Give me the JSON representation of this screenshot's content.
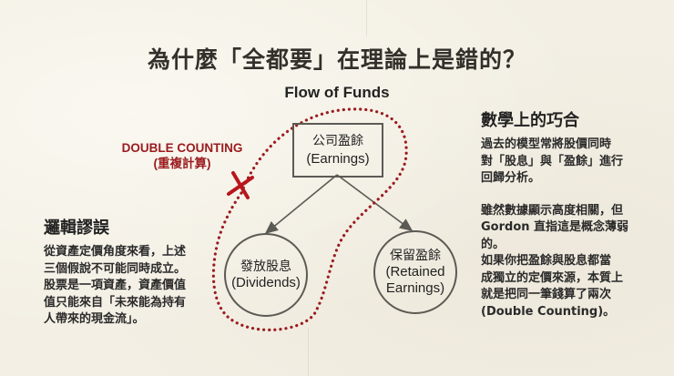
{
  "title": "為什麼「全都要」在理論上是錯的？",
  "diagram": {
    "heading": "Flow of Funds",
    "annotation": {
      "line1": "DOUBLE COUNTING",
      "line2": "(重複計算)",
      "color": "#9b1b1f",
      "icon": "x-mark-icon"
    },
    "source_node": {
      "zh": "公司盈餘",
      "en": "(Earnings)"
    },
    "nodes": [
      {
        "zh": "發放股息",
        "en": "(Dividends)"
      },
      {
        "zh": "保留盈餘",
        "en_line1": "(Retained",
        "en_line2": "Earnings)"
      }
    ],
    "loop_style": "dotted",
    "loop_color": "#9b1b1f"
  },
  "left_panel": {
    "heading": "邏輯謬誤",
    "lines": [
      "從資產定價角度來看，上述",
      "三個假說不可能同時成立。",
      "股票是一項資產，資產價值",
      "值只能來自「未來能為持有",
      "人帶來的現金流」。"
    ]
  },
  "right_panel": {
    "heading": "數學上的巧合",
    "para1": [
      "過去的模型常將股價同時",
      "對「股息」與「盈餘」進行",
      "回歸分析。"
    ],
    "para2": [
      "雖然數據顯示高度相關，但",
      "Gordon 直指這是概念薄弱",
      "的。"
    ],
    "para3": [
      "如果你把盈餘與股息都當",
      "成獨立的定價來源，本質上",
      "就是把同一筆錢算了兩次",
      " (Double Counting)。"
    ]
  },
  "colors": {
    "background": "#f3efe4",
    "text": "#2b2b2b",
    "accent_red": "#9b1b1f",
    "line_gray": "#5c5a55"
  }
}
